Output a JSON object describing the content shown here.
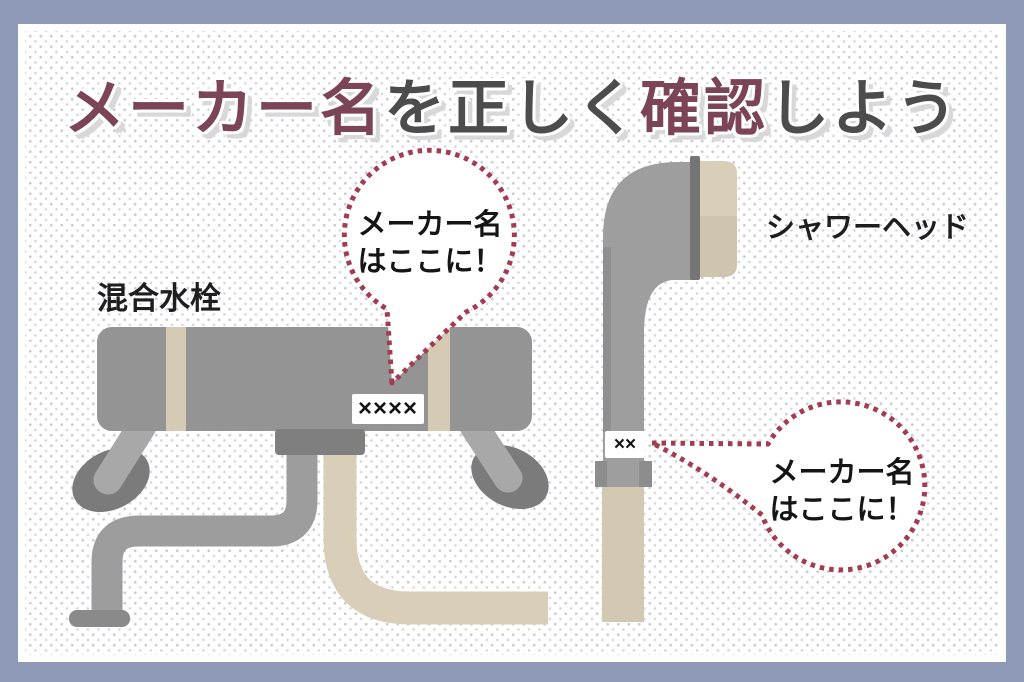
{
  "title": {
    "seg1": "メーカー名",
    "seg2": "を正しく",
    "seg3": "確認",
    "seg4": "しよう"
  },
  "labels": {
    "mixer_faucet": "混合水栓",
    "shower_head": "シャワーヘッド"
  },
  "bubbles": {
    "left": {
      "line1": "メーカー名",
      "line2": "はここに！"
    },
    "right": {
      "line1": "メーカー名",
      "line2": "はここに！"
    }
  },
  "plates": {
    "faucet_label": "××××",
    "shower_label": "××"
  },
  "colors": {
    "frame_border": "#8e9ab7",
    "title_accent": "#7b4457",
    "title_base": "#4c4c4c",
    "bubble_dotted_border": "#a23c50",
    "metal_gray": "#949494",
    "beige": "#d6ccb4"
  }
}
